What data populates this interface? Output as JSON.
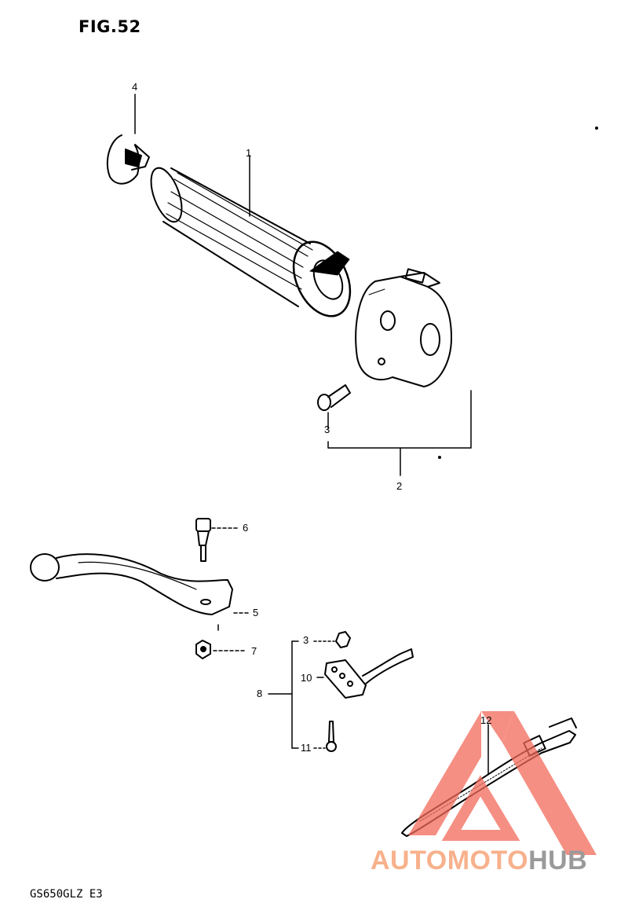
{
  "figure": {
    "title": "FIG.52",
    "model": "GS650GLZ E3"
  },
  "callouts": [
    {
      "id": "c1",
      "label": "1"
    },
    {
      "id": "c2",
      "label": "2"
    },
    {
      "id": "c3",
      "label": "3"
    },
    {
      "id": "c3b",
      "label": "3"
    },
    {
      "id": "c4",
      "label": "4"
    },
    {
      "id": "c5",
      "label": "5"
    },
    {
      "id": "c6",
      "label": "6"
    },
    {
      "id": "c7",
      "label": "7"
    },
    {
      "id": "c8",
      "label": "8"
    },
    {
      "id": "c10",
      "label": "10"
    },
    {
      "id": "c11",
      "label": "11"
    },
    {
      "id": "c12",
      "label": "12"
    }
  ],
  "watermark": {
    "part1": "AUTOMOTO",
    "part2": "HUB",
    "color_primary": "#f26a5a",
    "color_secondary": "#9a9a9a"
  },
  "icons": [
    "watermark-triangle-logo"
  ]
}
